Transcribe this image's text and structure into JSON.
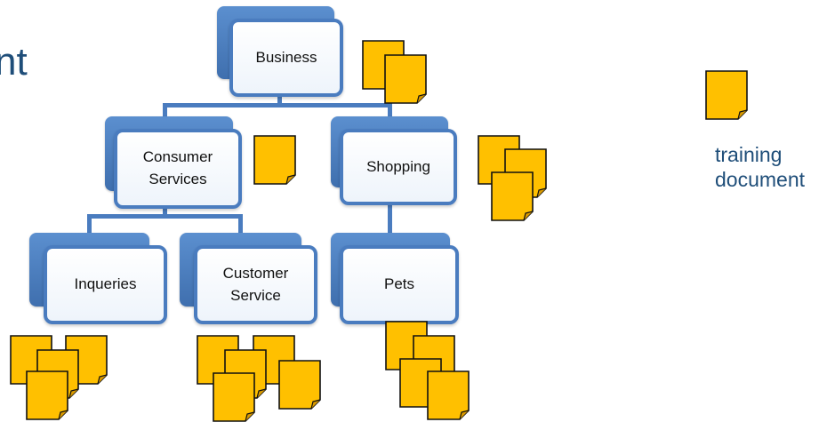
{
  "title": "nt",
  "legend": {
    "line1": "training",
    "line2": "document"
  },
  "nodes": {
    "business": {
      "label": "Business"
    },
    "consumer_services": {
      "line1": "Consumer",
      "line2": "Services"
    },
    "shopping": {
      "label": "Shopping"
    },
    "inqueries": {
      "label": "Inqueries"
    },
    "customer_service": {
      "line1": "Customer",
      "line2": "Service"
    },
    "pets": {
      "label": "Pets"
    }
  },
  "colors": {
    "document_fill": "#ffc000",
    "document_border": "#111111",
    "node_border": "#4a7cbf",
    "text_blue": "#1f4e79"
  }
}
